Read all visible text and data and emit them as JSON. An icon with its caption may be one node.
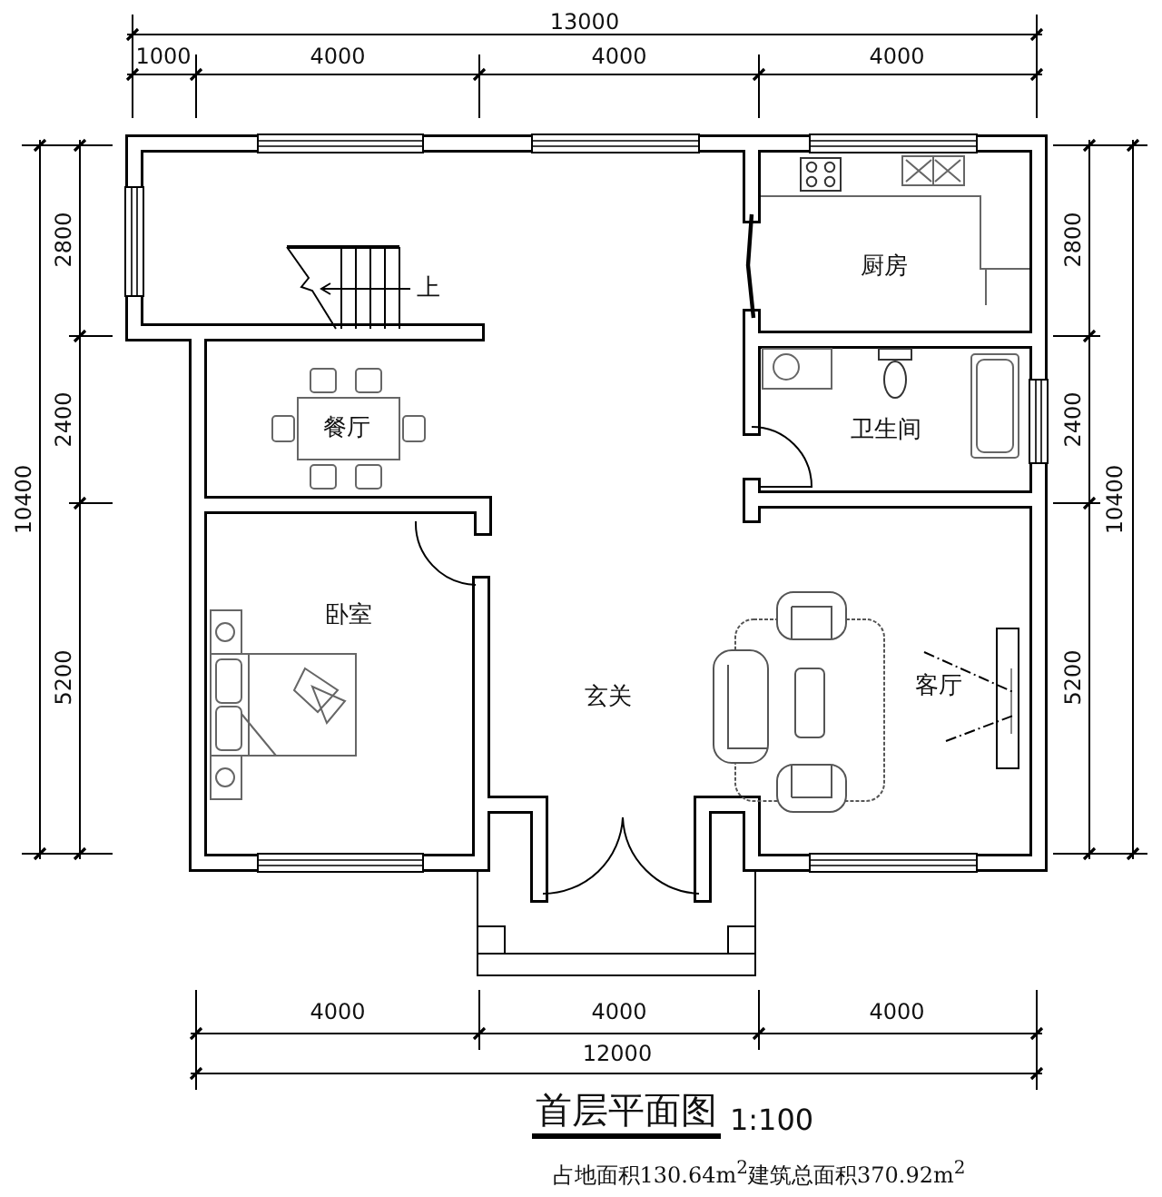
{
  "diagram": {
    "title": "首层平面图",
    "labels": [
      "13000",
      "1000",
      "4000",
      "4000",
      "4000",
      "2800",
      "2400",
      "5200",
      "10400",
      "2800",
      "2400",
      "5200",
      "10400",
      "上",
      "厨房",
      "餐厅",
      "卫生间",
      "卧室",
      "玄关",
      "客厅",
      "4000",
      "4000",
      "4000",
      "12000",
      "1:100",
      "占地面积130.64m$^{2}$建筑总面积370.92m$^{2}$"
    ]
  }
}
